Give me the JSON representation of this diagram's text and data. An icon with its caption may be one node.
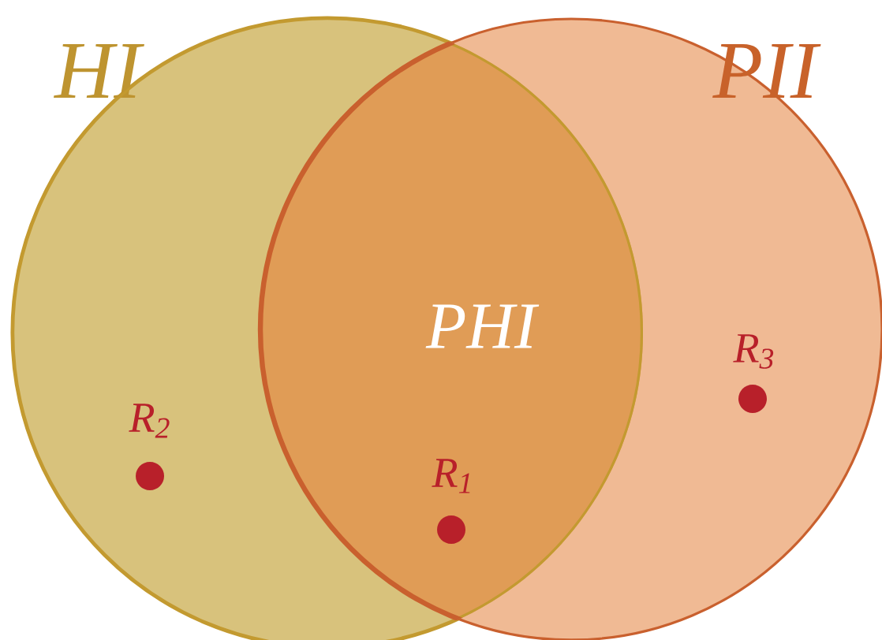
{
  "diagram": {
    "nodes": [
      {
        "text": [
          "HI"
        ]
      },
      {
        "text": [
          "PII"
        ]
      }
    ],
    "labels": [
      "PHI",
      "R$_{3}$",
      "R$_{2}$",
      "R$_{1}$"
    ]
  }
}
